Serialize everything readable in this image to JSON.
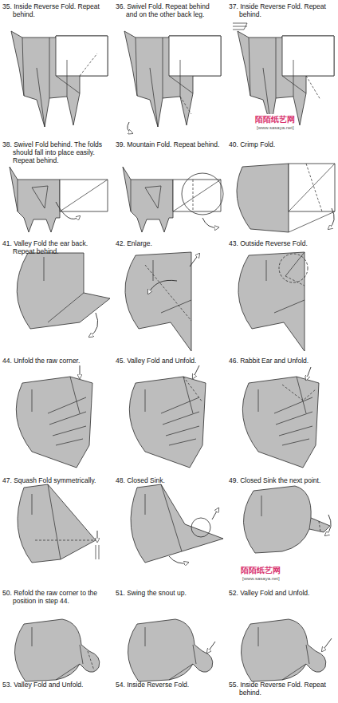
{
  "diagram": {
    "labels": [
      "35. Inside Reverse Fold. Repeat behind.",
      "36. Swivel Fold. Repeat behind and on the other back leg.",
      "37. Inside Reverse Fold. Repeat behind.",
      "陌陌纸艺网",
      "[www.sasaya.net]",
      "38. Swivel Fold behind. The folds should fall into place easily. Repeat behind.",
      "39. Mountain Fold. Repeat behind.",
      "40. Crimp Fold.",
      "41. Valley Fold the ear back. Repeat behind.",
      "42. Enlarge.",
      "43. Outside Reverse Fold.",
      "44. Unfold the raw corner.",
      "45. Valley Fold and Unfold.",
      "46. Rabbit Ear and Unfold.",
      "47. Squash Fold symmetrically.",
      "48. Closed Sink.",
      "49. Closed Sink the next point.",
      "50. Refold the raw corner to the position in step 44.",
      "51. Swing the snout up.",
      "52. Valley Fold and Unfold.",
      "陌陌纸艺网",
      "[www.sasaya.net]",
      "53. Valley Fold and Unfold.",
      "54. Inside Reverse Fold.",
      "55. Inside Reverse Fold. Repeat behind."
    ]
  }
}
